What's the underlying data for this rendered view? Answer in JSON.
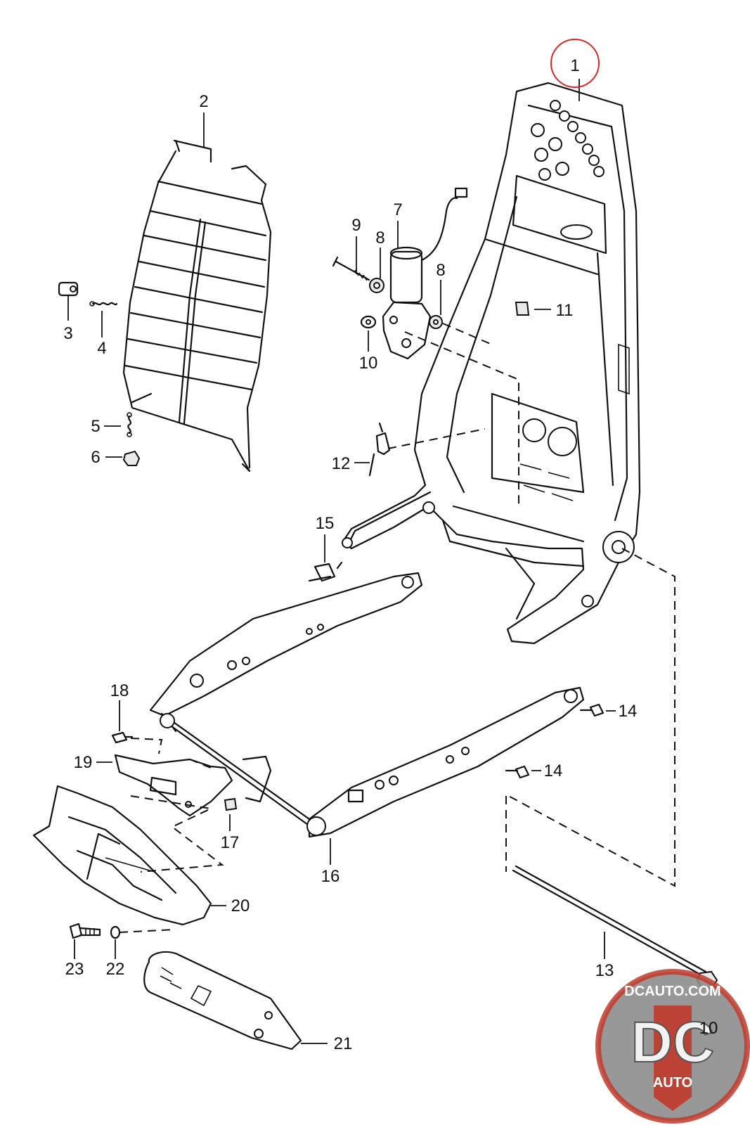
{
  "labels": {
    "p1": "1",
    "p2": "2",
    "p3": "3",
    "p4": "4",
    "p5": "5",
    "p6": "6",
    "p7": "7",
    "p8a": "8",
    "p8b": "8",
    "p9": "9",
    "p10a": "10",
    "p10b": "10",
    "p11": "11",
    "p12": "12",
    "p13": "13",
    "p14a": "14",
    "p14b": "14",
    "p15": "15",
    "p16": "16",
    "p17": "17",
    "p18": "18",
    "p19": "19",
    "p20": "20",
    "p21": "21",
    "p22": "22",
    "p23": "23"
  },
  "highlight": {
    "label": "p1",
    "color": "#d62828"
  },
  "watermark": {
    "top_text": "DCAUTO.COM",
    "logo_text": "DC",
    "bottom_text": "AUTO"
  },
  "colors": {
    "line": "#111111",
    "badge_ring": "#c0392b",
    "badge_bg": "#8a8a8a"
  }
}
